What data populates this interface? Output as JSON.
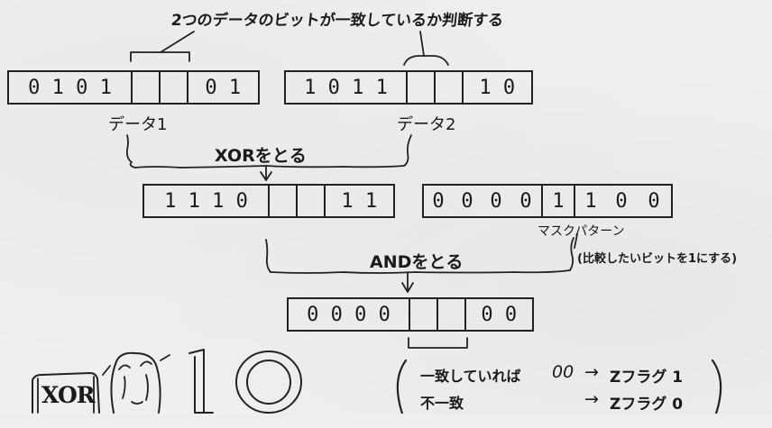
{
  "title": "2つのデータのビットが一致しているか判断する",
  "data1": {
    "label": "データ1",
    "left_bits": "0 1 0 1",
    "right_bits": "0 1"
  },
  "data2": {
    "label": "データ2",
    "left_bits": "1 0 1 1",
    "right_bits": "1 0"
  },
  "xor_label": "XORをとる",
  "xor_result": {
    "left_bits": "1 1 1 0",
    "right_bits": "1 1"
  },
  "mask": {
    "bits": [
      "0",
      "0",
      "0",
      "0",
      "1",
      "1",
      "0",
      "0"
    ],
    "label": "マスクパターン",
    "note": "(比較したいビットを1にする)"
  },
  "and_label": "ANDをとる",
  "and_result": {
    "left_bits": "0 0 0 0",
    "right_bits": "0 0"
  },
  "result_note": {
    "match_text": "一致していれば",
    "match_bits": "00",
    "match_arrow": "→",
    "match_flag": "Zフラグ 1",
    "mismatch_text": "不一致",
    "mismatch_arrow": "→",
    "mismatch_flag": "Zフラグ 0"
  },
  "corner_logo": {
    "xor": "XOR",
    "number": "10"
  }
}
